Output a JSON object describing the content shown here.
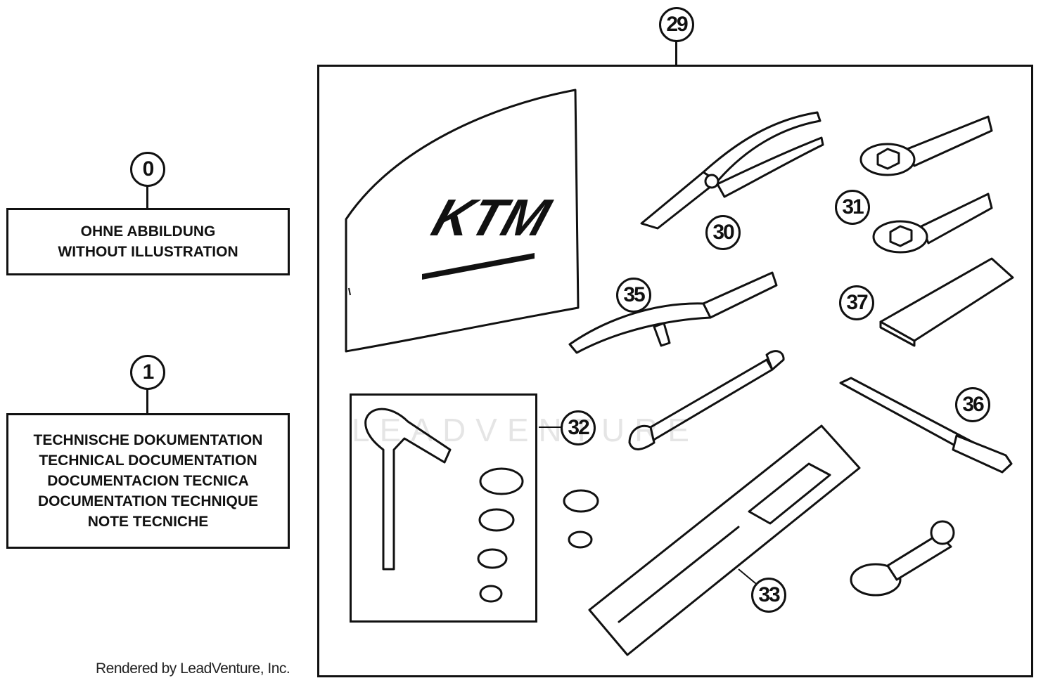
{
  "callouts": {
    "c0": "0",
    "c1": "1",
    "c29": "29",
    "c30": "30",
    "c31": "31",
    "c32": "32",
    "c33": "33",
    "c35": "35",
    "c36": "36",
    "c37": "37"
  },
  "notes": {
    "without_illustration": [
      "OHNE ABBILDUNG",
      "WITHOUT ILLUSTRATION"
    ],
    "technical_documentation": [
      "TECHNISCHE DOKUMENTATION",
      "TECHNICAL DOCUMENTATION",
      "DOCUMENTACION TECNICA",
      "DOCUMENTATION TECHNIQUE",
      "NOTE TECNICHE"
    ]
  },
  "bag_logo": "KTM",
  "watermark": "LEADVENTURE",
  "credit": "Rendered by LeadVenture, Inc."
}
